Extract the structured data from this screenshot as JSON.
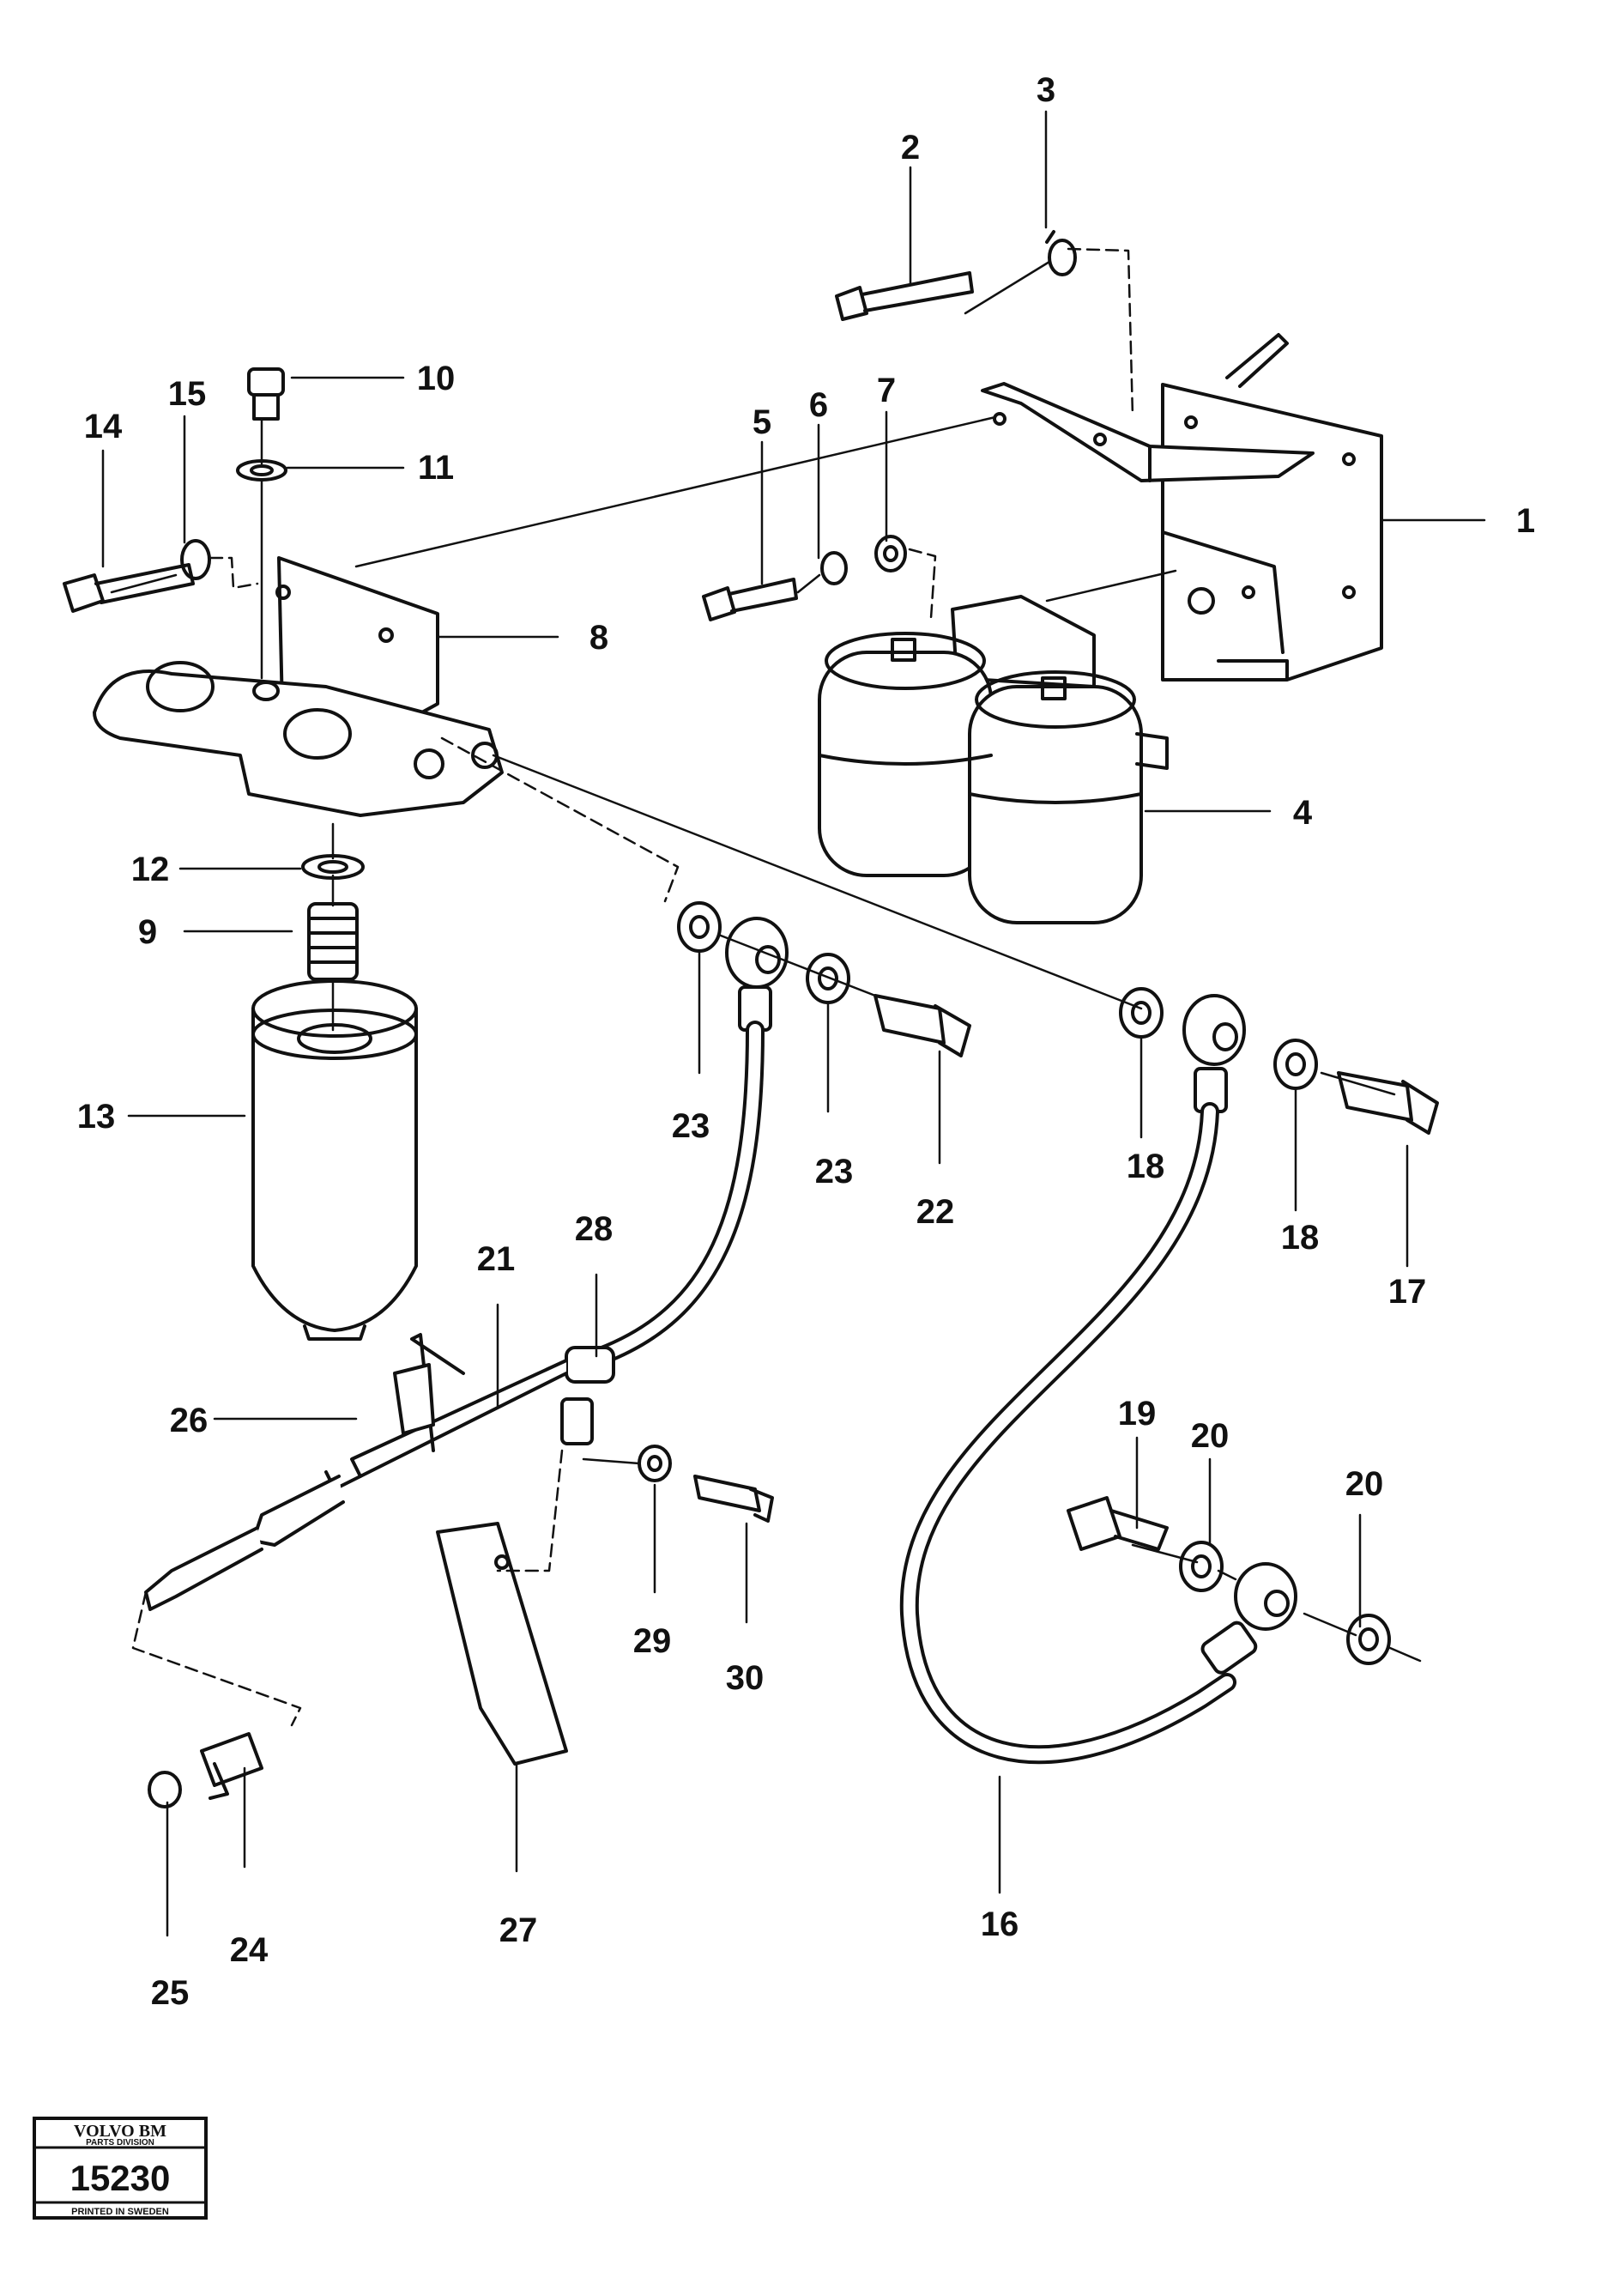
{
  "diagram": {
    "callouts": [
      "1",
      "2",
      "3",
      "4",
      "5",
      "6",
      "7",
      "8",
      "9",
      "10",
      "11",
      "12",
      "13",
      "14",
      "15",
      "16",
      "17",
      "18",
      "18",
      "19",
      "20",
      "20",
      "21",
      "22",
      "23",
      "23",
      "24",
      "25",
      "26",
      "27",
      "28",
      "29",
      "30"
    ]
  },
  "stamp": {
    "brand": "VOLVO BM",
    "division": "PARTS DIVISION",
    "number": "15230",
    "printed": "PRINTED IN SWEDEN"
  }
}
